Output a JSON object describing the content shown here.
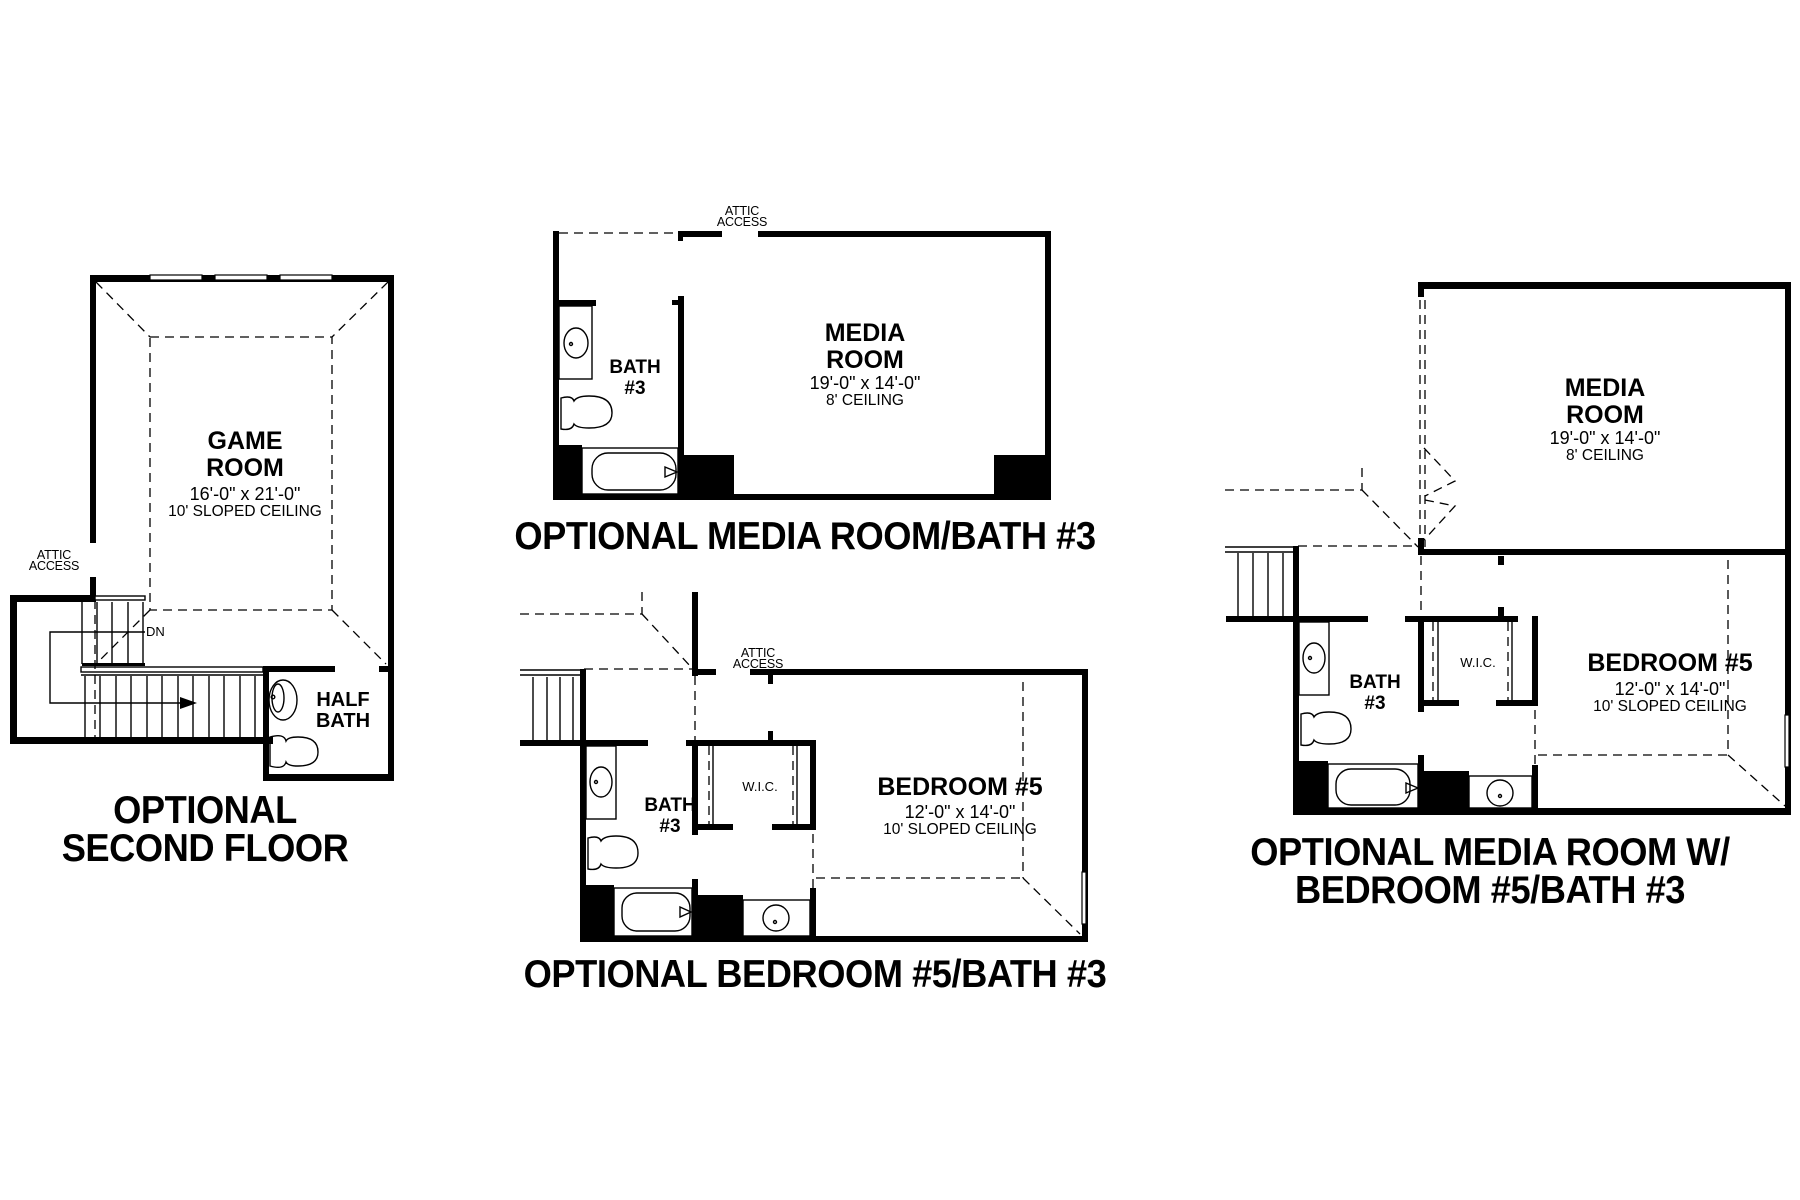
{
  "colors": {
    "ink": "#000000",
    "paper": "#ffffff"
  },
  "plans": [
    {
      "id": "second-floor",
      "title_lines": [
        "OPTIONAL",
        "SECOND FLOOR"
      ],
      "rooms": {
        "game_room": {
          "name_lines": [
            "GAME",
            "ROOM"
          ],
          "dimensions": "16'-0\" x 21'-0\"",
          "ceiling": "10' SLOPED CEILING"
        },
        "half_bath": {
          "name_lines": [
            "HALF",
            "BATH"
          ]
        }
      },
      "labels": {
        "attic_lines": [
          "ATTIC",
          "ACCESS"
        ],
        "stair": "DN"
      }
    },
    {
      "id": "media-bath3",
      "title": "OPTIONAL MEDIA ROOM/BATH #3",
      "rooms": {
        "media_room": {
          "name_lines": [
            "MEDIA",
            "ROOM"
          ],
          "dimensions": "19'-0\" x 14'-0\"",
          "ceiling": "8' CEILING"
        },
        "bath3": {
          "name_lines": [
            "BATH",
            "#3"
          ]
        }
      },
      "labels": {
        "attic_lines": [
          "ATTIC",
          "ACCESS"
        ]
      }
    },
    {
      "id": "bedroom5-bath3",
      "title": "OPTIONAL BEDROOM #5/BATH #3",
      "rooms": {
        "bedroom5": {
          "name": "BEDROOM #5",
          "dimensions": "12'-0\" x 14'-0\"",
          "ceiling": "10' SLOPED CEILING"
        },
        "bath3": {
          "name_lines": [
            "BATH",
            "#3"
          ]
        },
        "wic": {
          "name": "W.I.C."
        }
      },
      "labels": {
        "attic_lines": [
          "ATTIC",
          "ACCESS"
        ]
      }
    },
    {
      "id": "media-bedroom5-bath3",
      "title_lines": [
        "OPTIONAL MEDIA ROOM W/",
        "BEDROOM #5/BATH #3"
      ],
      "rooms": {
        "media_room": {
          "name_lines": [
            "MEDIA",
            "ROOM"
          ],
          "dimensions": "19'-0\" x 14'-0\"",
          "ceiling": "8' CEILING"
        },
        "bedroom5": {
          "name": "BEDROOM #5",
          "dimensions": "12'-0\" x 14'-0\"",
          "ceiling": "10' SLOPED CEILING"
        },
        "bath3": {
          "name_lines": [
            "BATH",
            "#3"
          ]
        },
        "wic": {
          "name": "W.I.C."
        }
      }
    }
  ]
}
